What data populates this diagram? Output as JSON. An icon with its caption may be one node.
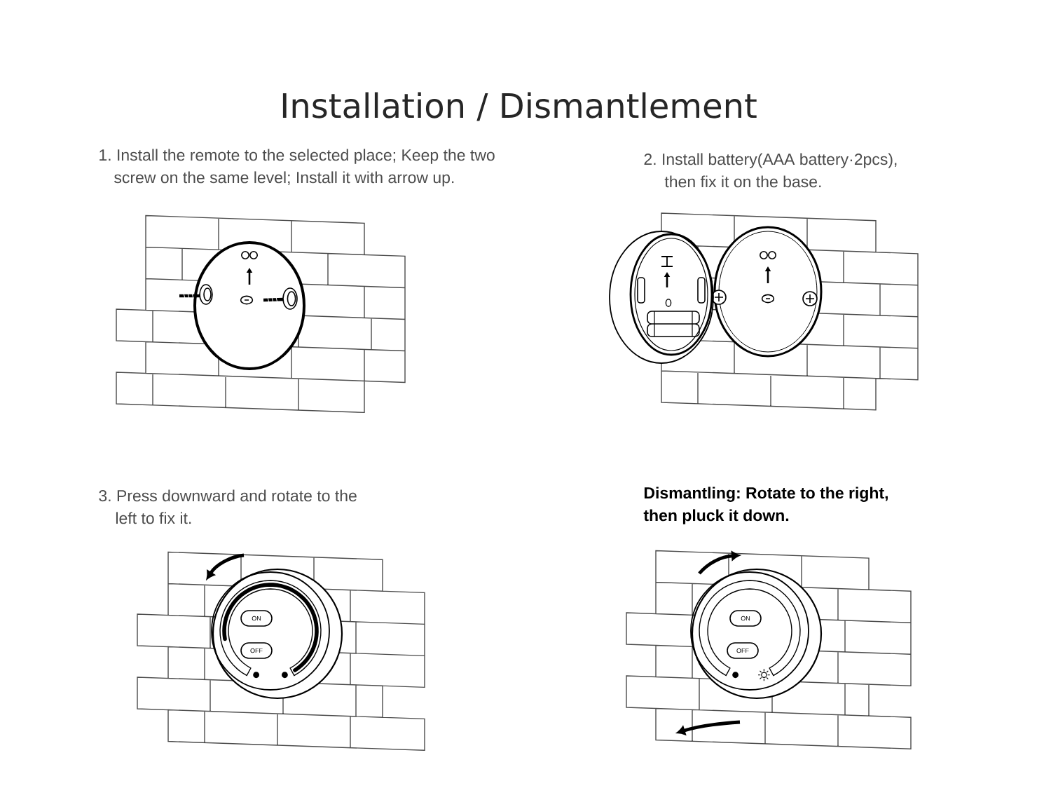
{
  "diagram": {
    "title": "Installation / Dismantlement",
    "nodes": [
      {
        "text": [
          "ON"
        ]
      },
      {
        "text": [
          "OFF"
        ]
      },
      {
        "text": [
          "ON"
        ]
      },
      {
        "text": [
          "OFF"
        ]
      }
    ],
    "labels": [
      "1. Install the remote to the selected place; Keep the two screw on the same level; Install it with arrow up.",
      "2. Install battery(AAA battery·2pcs), then fix it on the base.",
      "3. Press downward and rotate to the left to fix it.",
      "Dismantling: Rotate to the right, then pluck it down."
    ]
  }
}
